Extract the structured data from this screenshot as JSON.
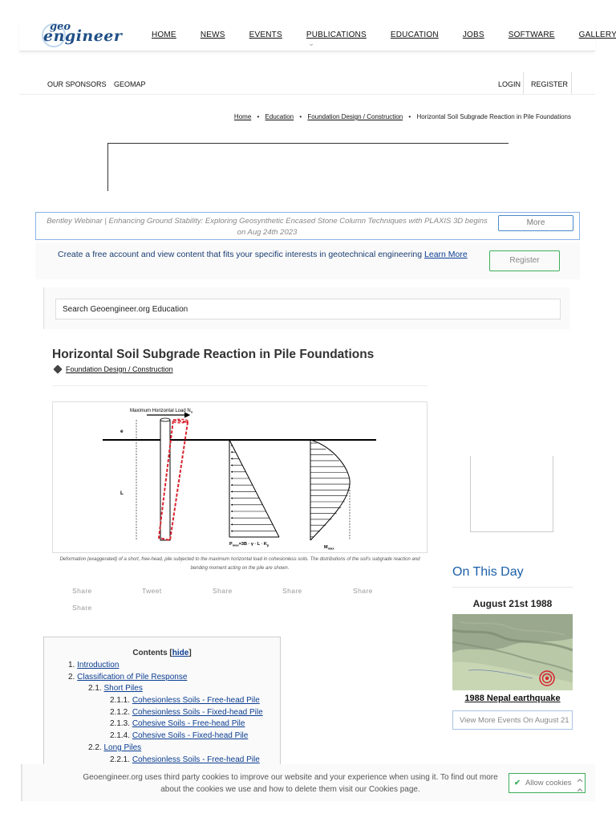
{
  "brand": {
    "logo_small": "geo",
    "logo_main": "engineer"
  },
  "nav": {
    "items": [
      {
        "label": "HOME"
      },
      {
        "label": "NEWS"
      },
      {
        "label": "EVENTS"
      },
      {
        "label": "PUBLICATIONS",
        "has_dropdown": true
      },
      {
        "label": "EDUCATION"
      },
      {
        "label": "JOBS"
      },
      {
        "label": "SOFTWARE"
      },
      {
        "label": "GALLERY"
      }
    ]
  },
  "subnav": {
    "left": [
      "OUR SPONSORS",
      "GEOMAP"
    ],
    "login": "LOGIN",
    "register": "REGISTER"
  },
  "breadcrumb": [
    "Home",
    "Education",
    "Foundation Design / Construction",
    "Horizontal Soil Subgrade Reaction in Pile Foundations"
  ],
  "webinar": {
    "text": "Bentley Webinar | Enhancing Ground Stability: Exploring Geosynthetic Encased Stone Column Techniques with PLAXIS 3D begins on Aug 24th 2023",
    "button": "More"
  },
  "signup": {
    "text": "Create a free account and view content that fits your specific interests in geotechnical engineering",
    "link": "Learn More",
    "button": "Register"
  },
  "search": {
    "value": "Search Geoengineer.org Education"
  },
  "article": {
    "title": "Horizontal Soil Subgrade Reaction in Pile Foundations",
    "category": "Foundation Design / Construction",
    "figure": {
      "load_label": "Maximum Horizontal Load N",
      "load_sub": "u",
      "e_label": "e",
      "l_label": "L",
      "pmax_label": "P",
      "pmax_sub": "max",
      "pmax_expr": "=3B · γ · L · K",
      "pmax_expr_sub": "p",
      "mmax_label": "M",
      "mmax_sub": "max"
    },
    "caption": "Deformation (exaggerated) of a short, free-head, pile subjected to the maximum horizontal load in cohesionless soils. The distributions of the soil's subgrade reaction and bending moment acting on the pile are shown."
  },
  "share": [
    "Share",
    "Tweet",
    "Share",
    "Share",
    "Share",
    "Share"
  ],
  "toc": {
    "title": "Contents",
    "hide_label": "hide",
    "items": [
      {
        "num": "1.",
        "label": "Introduction"
      },
      {
        "num": "2.",
        "label": "Classification of Pile Response"
      },
      {
        "num": "2.1.",
        "label": "Short Piles"
      },
      {
        "num": "2.1.1.",
        "label": "Cohesionless Soils - Free-head Pile"
      },
      {
        "num": "2.1.2.",
        "label": "Cohesionless Soils - Fixed-head Pile"
      },
      {
        "num": "2.1.3.",
        "label": "Cohesive Soils - Free-head Pile"
      },
      {
        "num": "2.1.4.",
        "label": "Cohesive Soils - Fixed-head Pile"
      },
      {
        "num": "2.2.",
        "label": "Long Piles"
      },
      {
        "num": "2.2.1.",
        "label": "Cohesionless Soils - Free-head Pile"
      }
    ]
  },
  "on_this_day": {
    "title": "On This Day",
    "date": "August 21st 1988",
    "event": "1988 Nepal earthquake",
    "more": "View More Events On August 21"
  },
  "cookie": {
    "text": "Geoengineer.org uses third party cookies to improve our website and your experience when using it. To find out more about the cookies we use and how to delete them visit our Cookies page.",
    "button": "Allow cookies"
  },
  "colors": {
    "accent_blue": "#1b5fa8",
    "green": "#3fae5a",
    "pile_red": "#d9232e"
  }
}
